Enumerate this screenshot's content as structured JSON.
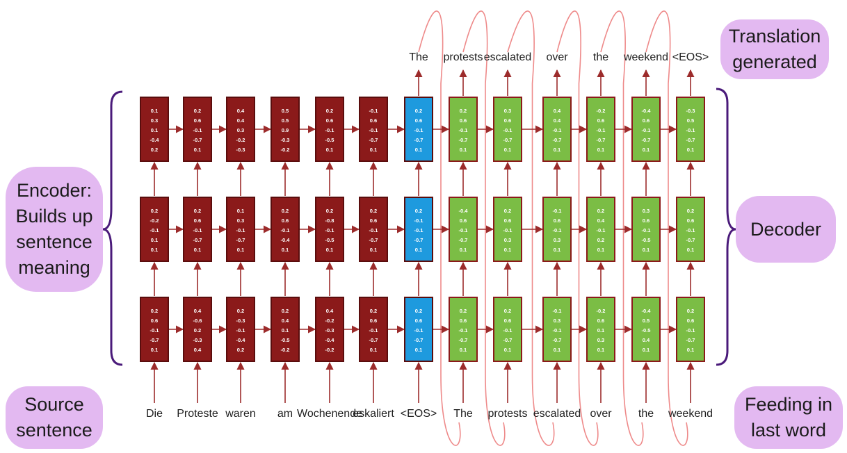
{
  "labels": {
    "translation_generated": "Translation generated",
    "encoder": "Encoder: Builds up sentence meaning",
    "decoder": "Decoder",
    "source_sentence": "Source sentence",
    "feeding_in_last_word": "Feeding in last word"
  },
  "source_words": [
    "Die",
    "Proteste",
    "waren",
    "am",
    "Wochenende",
    "eskaliert",
    "<EOS>",
    "The",
    "protests",
    "escalated",
    "over",
    "the",
    "weekend"
  ],
  "output_words": [
    "The",
    "protests",
    "escalated",
    "over",
    "the",
    "weekend",
    "<EOS>"
  ],
  "layers": [
    [
      [
        "0.1",
        "0.3",
        "0.1",
        "-0.4",
        "0.2"
      ],
      [
        "0.2",
        "0.6",
        "-0.1",
        "-0.7",
        "0.1"
      ],
      [
        "0.4",
        "0.4",
        "0.3",
        "-0.2",
        "-0.3"
      ],
      [
        "0.5",
        "0.5",
        "0.9",
        "-0.3",
        "-0.2"
      ],
      [
        "0.2",
        "0.6",
        "-0.1",
        "-0.5",
        "0.1"
      ],
      [
        "-0.1",
        "0.6",
        "-0.1",
        "-0.7",
        "0.1"
      ],
      [
        "0.2",
        "0.6",
        "-0.1",
        "-0.7",
        "0.1"
      ],
      [
        "0.2",
        "0.6",
        "-0.1",
        "-0.7",
        "0.1"
      ],
      [
        "0.3",
        "0.6",
        "-0.1",
        "-0.7",
        "0.1"
      ],
      [
        "0.4",
        "0.4",
        "-0.1",
        "-0.7",
        "0.1"
      ],
      [
        "-0.2",
        "0.6",
        "-0.1",
        "-0.7",
        "0.1"
      ],
      [
        "-0.4",
        "0.6",
        "-0.1",
        "-0.7",
        "0.1"
      ],
      [
        "-0.3",
        "0.5",
        "-0.1",
        "-0.7",
        "0.1"
      ]
    ],
    [
      [
        "0.2",
        "-0.2",
        "-0.1",
        "0.1",
        "0.1"
      ],
      [
        "0.2",
        "0.6",
        "-0.1",
        "-0.7",
        "0.1"
      ],
      [
        "0.1",
        "0.3",
        "-0.1",
        "-0.7",
        "0.1"
      ],
      [
        "0.2",
        "0.6",
        "-0.1",
        "-0.4",
        "0.1"
      ],
      [
        "0.2",
        "-0.8",
        "-0.1",
        "-0.5",
        "0.1"
      ],
      [
        "0.2",
        "0.6",
        "-0.1",
        "-0.7",
        "0.1"
      ],
      [
        "0.2",
        "-0.1",
        "-0.1",
        "-0.7",
        "0.1"
      ],
      [
        "-0.4",
        "0.6",
        "-0.1",
        "-0.7",
        "0.1"
      ],
      [
        "0.2",
        "0.6",
        "-0.1",
        "0.3",
        "0.1"
      ],
      [
        "-0.1",
        "0.6",
        "-0.1",
        "0.3",
        "0.1"
      ],
      [
        "0.2",
        "0.4",
        "-0.1",
        "0.2",
        "0.1"
      ],
      [
        "0.3",
        "0.6",
        "-0.1",
        "-0.5",
        "0.1"
      ],
      [
        "0.2",
        "0.6",
        "-0.1",
        "-0.7",
        "0.1"
      ]
    ],
    [
      [
        "0.2",
        "0.6",
        "-0.1",
        "-0.7",
        "0.1"
      ],
      [
        "0.4",
        "-0.6",
        "0.2",
        "-0.3",
        "0.4"
      ],
      [
        "0.2",
        "-0.3",
        "-0.1",
        "-0.4",
        "0.2"
      ],
      [
        "0.2",
        "0.4",
        "0.1",
        "-0.5",
        "-0.2"
      ],
      [
        "0.4",
        "-0.2",
        "-0.3",
        "-0.4",
        "-0.2"
      ],
      [
        "0.2",
        "0.6",
        "-0.1",
        "-0.7",
        "0.1"
      ],
      [
        "0.2",
        "0.6",
        "-0.1",
        "-0.7",
        "0.1"
      ],
      [
        "0.2",
        "0.6",
        "-0.1",
        "-0.7",
        "0.1"
      ],
      [
        "0.2",
        "0.6",
        "-0.1",
        "-0.7",
        "0.1"
      ],
      [
        "-0.1",
        "0.3",
        "-0.1",
        "-0.7",
        "0.1"
      ],
      [
        "-0.2",
        "0.6",
        "0.1",
        "0.3",
        "0.1"
      ],
      [
        "-0.4",
        "0.5",
        "-0.5",
        "0.4",
        "0.1"
      ],
      [
        "0.2",
        "0.6",
        "-0.1",
        "-0.7",
        "0.1"
      ]
    ]
  ],
  "colors": {
    "encoder_cell": "#8b1a1a",
    "eos_cell": "#1e9ade",
    "decoder_cell": "#7bbd45",
    "arrow": "#9c2b2b",
    "feedback_loop": "#ee8a8a",
    "brace": "#4a1a7a",
    "label_bubble": "#e3b9f1"
  }
}
